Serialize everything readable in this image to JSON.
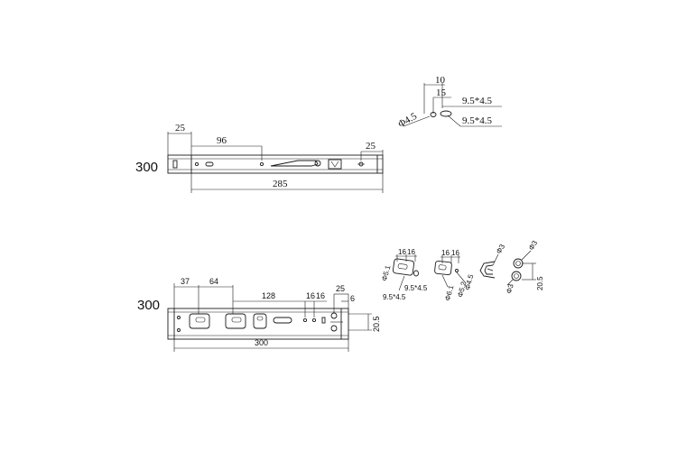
{
  "top_view": {
    "length_label": "300",
    "dim_left": "25",
    "dim_mid": "96",
    "dim_right": "25",
    "dim_total": "285"
  },
  "top_detail": {
    "dim_10": "10",
    "dim_15": "15",
    "dim_slot_a": "9.5*4.5",
    "dim_slot_b": "9.5*4.5",
    "dim_hole": "Φ4.5"
  },
  "bottom_view": {
    "length_label": "300",
    "dim_37": "37",
    "dim_64": "64",
    "dim_128": "128",
    "dim_16a": "16",
    "dim_16b": "16",
    "dim_25": "25",
    "dim_6": "6",
    "dim_h": "20.5",
    "dim_total": "300"
  },
  "bottom_details": {
    "d1_top_a": "16",
    "d1_top_b": "16",
    "d1_hole": "Φ5.1",
    "d1_slot": "9.5*4.5",
    "d1_slot2": "9.5*4.5",
    "d2_top_a": "16",
    "d2_top_b": "16",
    "d2_hole_a": "Φ6.1",
    "d2_hole_b": "Φ5.2",
    "d2_hole_c": "Φ4.5",
    "d3_hole": "Φ3",
    "d4_hole_a": "Φ3",
    "d4_hole_b": "Φ3",
    "d4_h": "20.5"
  }
}
